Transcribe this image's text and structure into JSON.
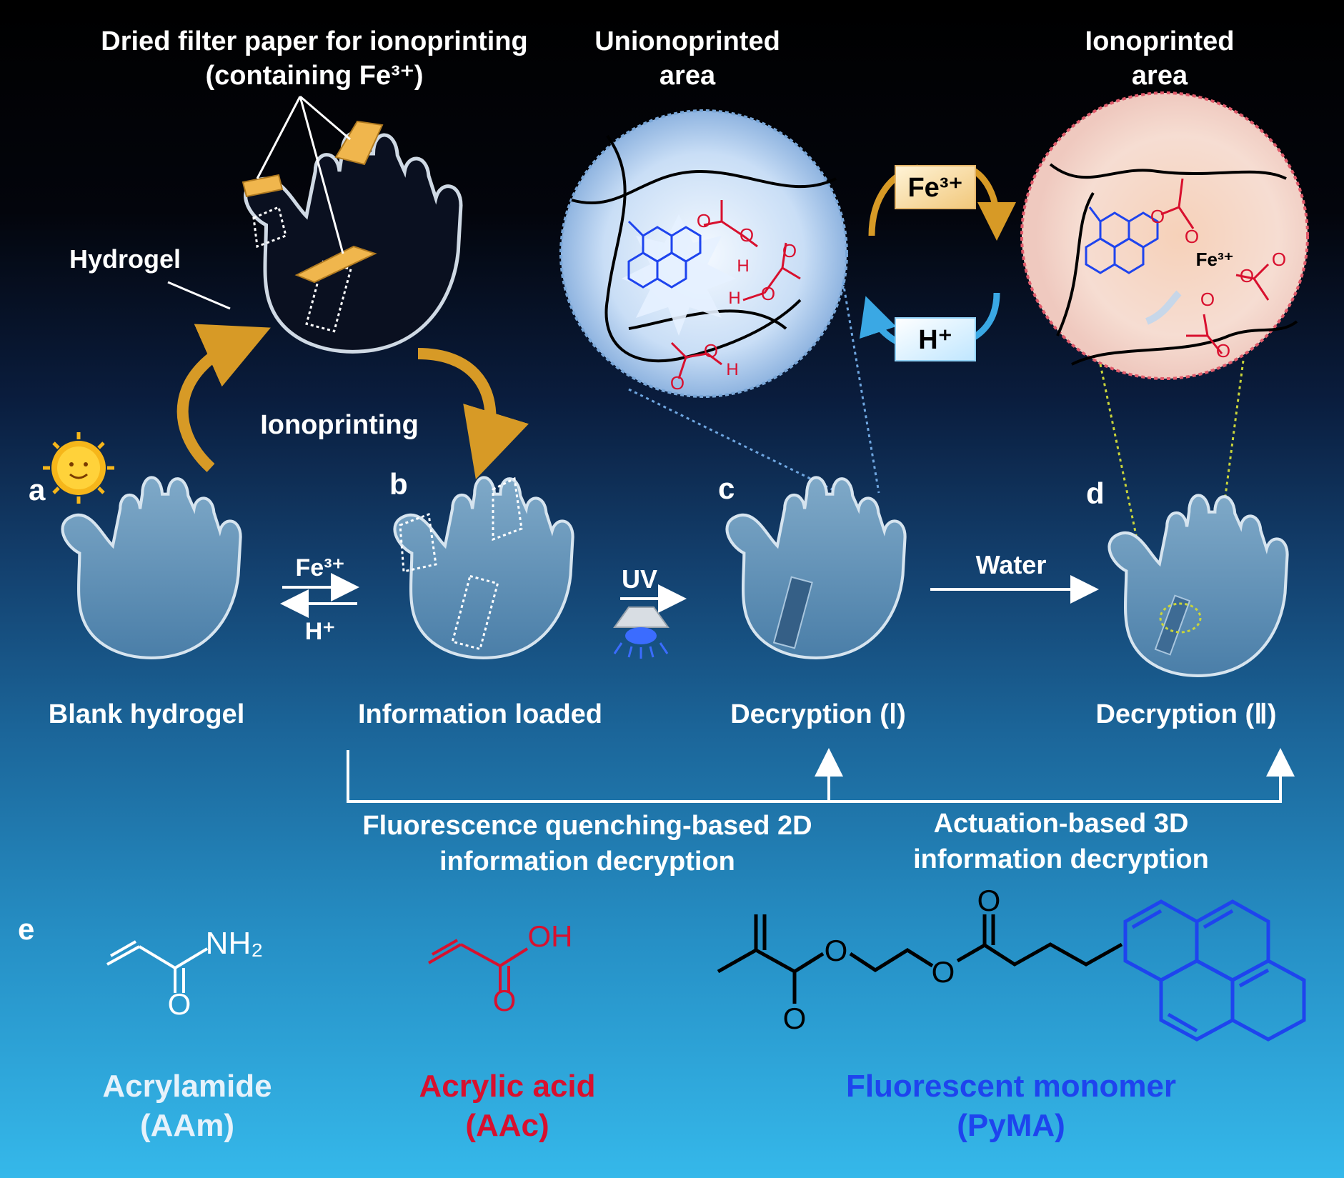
{
  "top": {
    "filter_paper_line1": "Dried filter paper for ionoprinting",
    "filter_paper_line2": "(containing Fe³⁺)",
    "hydrogel": "Hydrogel",
    "unionoprinted_line1": "Unionoprinted",
    "unionoprinted_line2": "area",
    "ionoprinted_line1": "Ionoprinted",
    "ionoprinted_line2": "area",
    "ionoprinting": "Ionoprinting"
  },
  "cycle": {
    "fe": "Fe³⁺",
    "h": "H⁺"
  },
  "zoom_left": {
    "o1": "O",
    "o2": "O",
    "h1": "H",
    "o3": "O",
    "o4": "O",
    "h2": "H",
    "o5": "O",
    "o6": "O",
    "h3": "H"
  },
  "zoom_right": {
    "fe": "Fe³⁺",
    "o1": "O",
    "o2": "O",
    "o3": "O",
    "o4": "O",
    "o5": "O",
    "o6": "O"
  },
  "panels": {
    "a": "a",
    "b": "b",
    "c": "c",
    "d": "d",
    "e": "e",
    "blank": "Blank hydrogel",
    "loaded": "Information loaded",
    "decrypt1": "Decryption (Ⅰ)",
    "decrypt2": "Decryption (Ⅱ)"
  },
  "arrows": {
    "fe": "Fe³⁺",
    "h": "H⁺",
    "uv": "UV",
    "water": "Water"
  },
  "bracket": {
    "left_line1": "Fluorescence quenching-based 2D",
    "left_line2": "information decryption",
    "right_line1": "Actuation-based 3D",
    "right_line2": "information decryption"
  },
  "molecules": {
    "aam_nh2": "NH₂",
    "aam_o": "O",
    "aac_oh": "OH",
    "aac_o": "O",
    "pyma_o1": "O",
    "pyma_o2": "O",
    "pyma_o3": "O",
    "pyma_o4": "O",
    "aam_name": "Acrylamide",
    "aam_abbr": "(AAm)",
    "aac_name": "Acrylic acid",
    "aac_abbr": "(AAc)",
    "pyma_name": "Fluorescent monomer",
    "pyma_abbr": "(PyMA)"
  },
  "colors": {
    "aam": "#ffffff",
    "aac": "#d8102e",
    "pyma": "#1e44ee",
    "arrow_gold": "#d79a26"
  }
}
